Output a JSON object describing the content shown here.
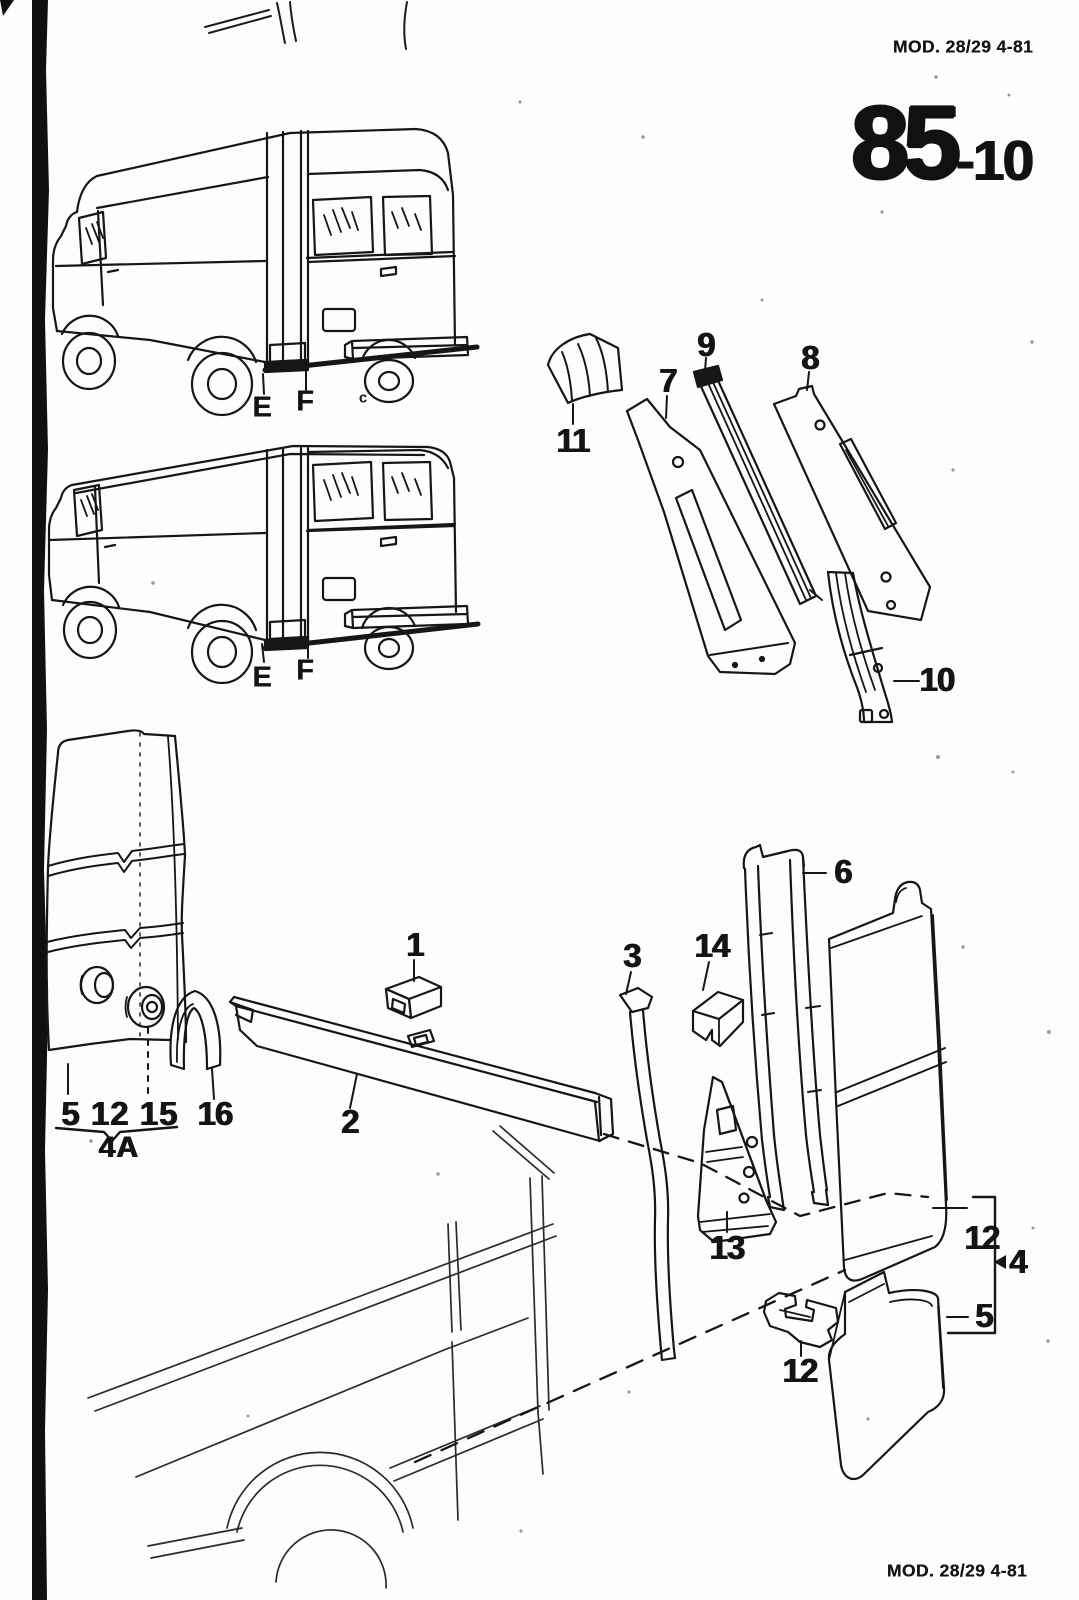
{
  "page": {
    "header_right": "MOD. 28/29 4-81",
    "footer_right": "MOD. 28/29 4-81",
    "section_number": "85",
    "section_suffix": "-10"
  },
  "colors": {
    "ink": "#161616",
    "paper": "#fdfdfb"
  },
  "vans": {
    "high_roof": {
      "marker_e": "E",
      "marker_f": "F",
      "marker_c": "c"
    },
    "standard_roof": {
      "marker_e": "E",
      "marker_f": "F"
    }
  },
  "callouts": {
    "part1": "1",
    "part2": "2",
    "part3": "3",
    "part4": "4",
    "part5_corner": "5",
    "part6": "6",
    "part7": "7",
    "part8": "8",
    "part9": "9",
    "part10": "10",
    "part11": "11",
    "part12_panel": "12",
    "part12_clip": "12",
    "part13": "13",
    "part14": "14",
    "part16": "16",
    "group_5_12_15": "5 12 15",
    "group_4a": "4A"
  }
}
